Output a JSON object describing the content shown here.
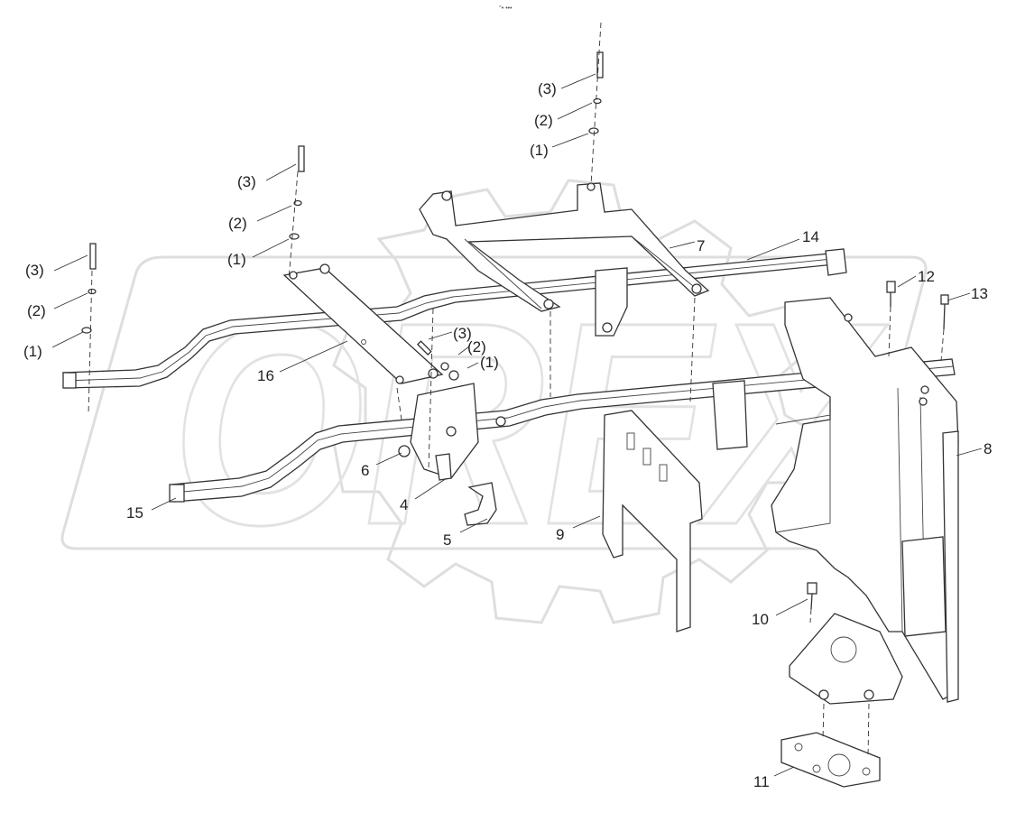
{
  "header_mark": "°• •••",
  "watermark": {
    "text": "OREX",
    "color": "#e0e0e0"
  },
  "callouts": [
    {
      "id": "c-3-a",
      "text": "(3)"
    },
    {
      "id": "c-2-a",
      "text": "(2)"
    },
    {
      "id": "c-1-a",
      "text": "(1)"
    },
    {
      "id": "c-3-b",
      "text": "(3)"
    },
    {
      "id": "c-2-b",
      "text": "(2)"
    },
    {
      "id": "c-1-b",
      "text": "(1)"
    },
    {
      "id": "c-3-c",
      "text": "(3)"
    },
    {
      "id": "c-2-c",
      "text": "(2)"
    },
    {
      "id": "c-1-c",
      "text": "(1)"
    },
    {
      "id": "c-3-d",
      "text": "(3)"
    },
    {
      "id": "c-2-d",
      "text": "(2)"
    },
    {
      "id": "c-1-d",
      "text": "(1)"
    },
    {
      "id": "c-4",
      "text": "4"
    },
    {
      "id": "c-5",
      "text": "5"
    },
    {
      "id": "c-6",
      "text": "6"
    },
    {
      "id": "c-7",
      "text": "7"
    },
    {
      "id": "c-8",
      "text": "8"
    },
    {
      "id": "c-9",
      "text": "9"
    },
    {
      "id": "c-10",
      "text": "10"
    },
    {
      "id": "c-11",
      "text": "11"
    },
    {
      "id": "c-12",
      "text": "12"
    },
    {
      "id": "c-13",
      "text": "13"
    },
    {
      "id": "c-14",
      "text": "14"
    },
    {
      "id": "c-15",
      "text": "15"
    },
    {
      "id": "c-16",
      "text": "16"
    }
  ]
}
